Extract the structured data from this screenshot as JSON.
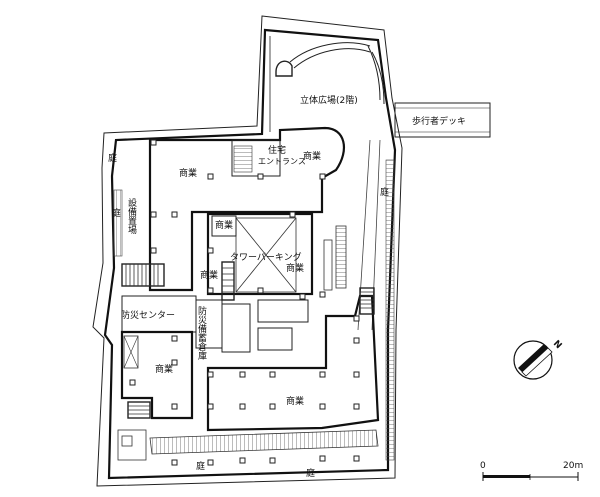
{
  "labels": {
    "plaza": "立体広場(2階)",
    "deck": "歩行者デッキ",
    "residence_entrance_1": "住宅",
    "residence_entrance_2": "エントランス",
    "commercial": "商業",
    "garden": "庭",
    "equipment": "設備置場",
    "tower_parking": "タワーパーキング",
    "disaster_center": "防災センター",
    "disaster_storage": "防災備蓄倉庫"
  },
  "scale": {
    "start": "0",
    "end": "20m"
  },
  "compass": {
    "north": "N"
  },
  "colors": {
    "ink": "#111111",
    "hatch": "#666666",
    "background": "#ffffff"
  }
}
